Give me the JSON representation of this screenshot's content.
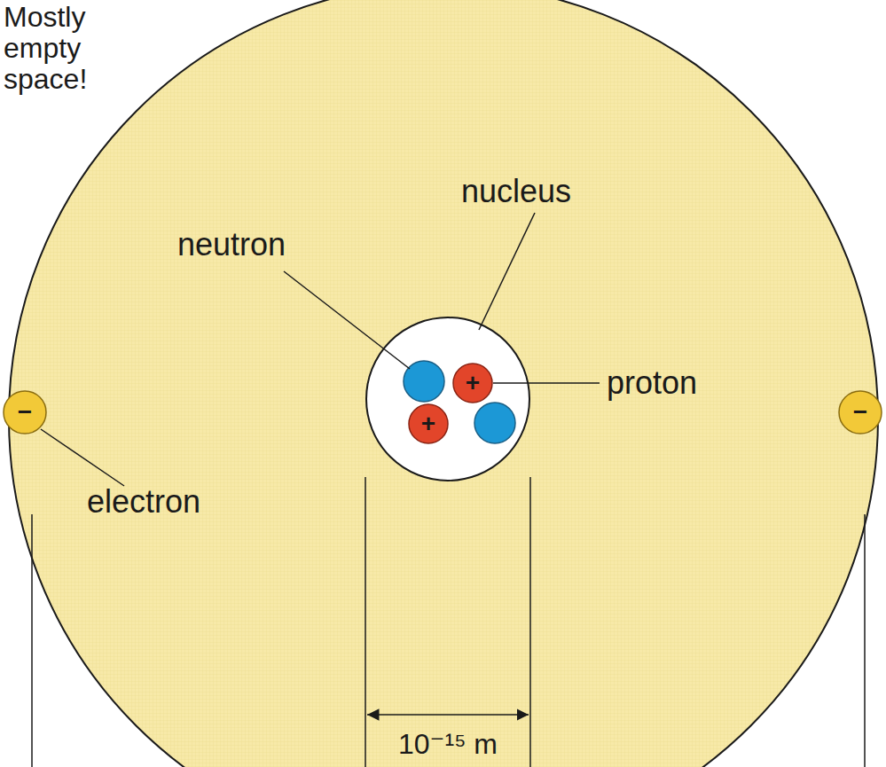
{
  "diagram": {
    "nodes": [
      {
        "text": [
          "−"
        ]
      },
      {
        "text": [
          "+"
        ]
      },
      {
        "text": [
          "+"
        ]
      },
      {
        "text": [
          "−"
        ]
      }
    ],
    "labels": [
      "Mostly empty space!",
      "nucleus",
      "neutron",
      "proton",
      "electron",
      "10⁻¹⁵ m"
    ]
  }
}
